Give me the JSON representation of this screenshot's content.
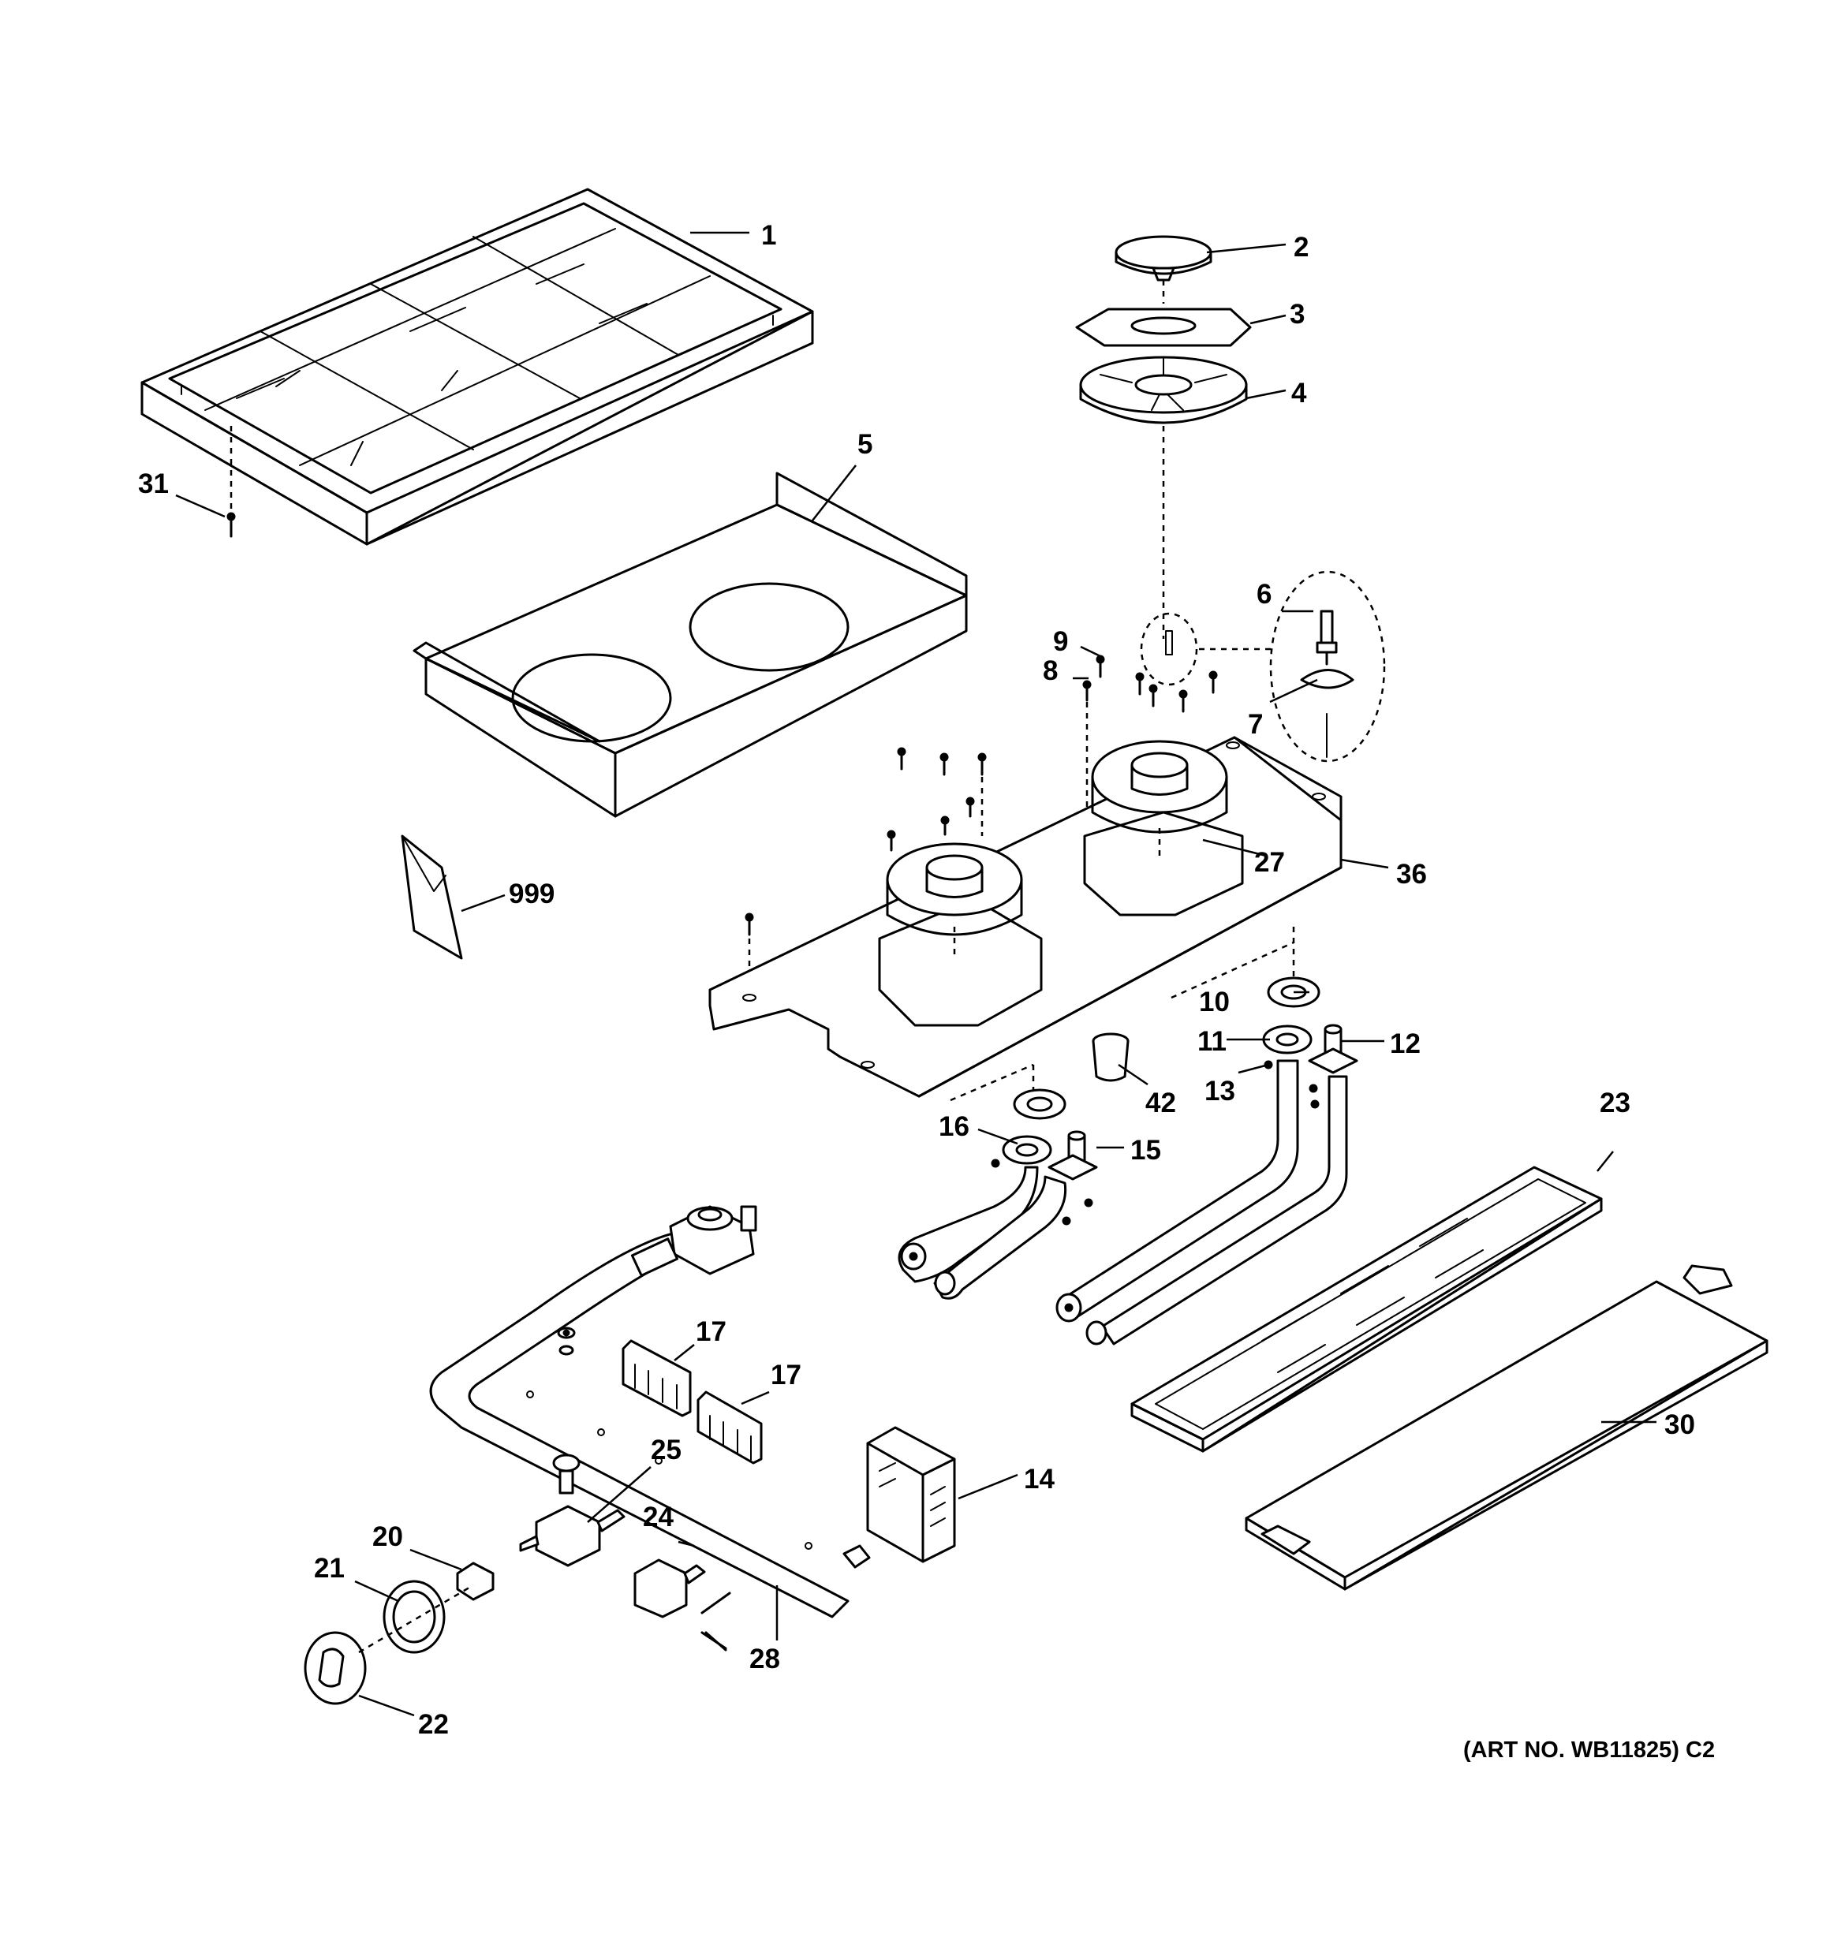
{
  "diagram": {
    "art_number": "(ART NO. WB11825) C2",
    "callouts": {
      "p1": "1",
      "p2": "2",
      "p3": "3",
      "p4": "4",
      "p5": "5",
      "p6": "6",
      "p7": "7",
      "p8": "8",
      "p9": "9",
      "p10": "10",
      "p11": "11",
      "p12": "12",
      "p13": "13",
      "p14": "14",
      "p15": "15",
      "p16": "16",
      "p17a": "17",
      "p17b": "17",
      "p20": "20",
      "p21": "21",
      "p22": "22",
      "p23": "23",
      "p24": "24",
      "p25": "25",
      "p27": "27",
      "p28": "28",
      "p30": "30",
      "p31": "31",
      "p36": "36",
      "p42": "42",
      "p999": "999"
    }
  }
}
